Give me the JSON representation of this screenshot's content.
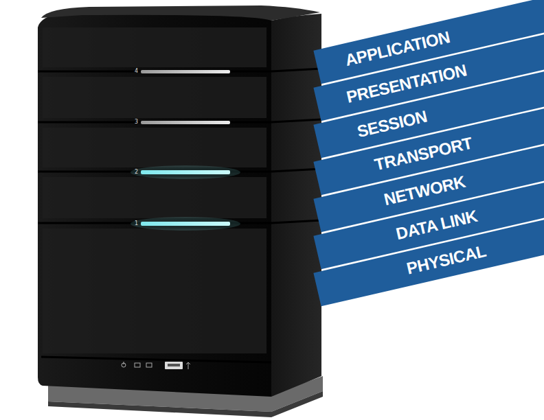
{
  "diagram": {
    "nodes": [
      {
        "text": [
          "APPLICATION"
        ]
      },
      {
        "text": [
          "PRESENTATION"
        ]
      },
      {
        "text": [
          "SESSION"
        ]
      },
      {
        "text": [
          "TRANSPORT"
        ]
      },
      {
        "text": [
          "NETWORK"
        ]
      },
      {
        "text": [
          "DATA LINK"
        ]
      },
      {
        "text": [
          "PHYSICAL"
        ]
      }
    ],
    "labels": [
      "4",
      "3",
      "2",
      "1"
    ]
  }
}
